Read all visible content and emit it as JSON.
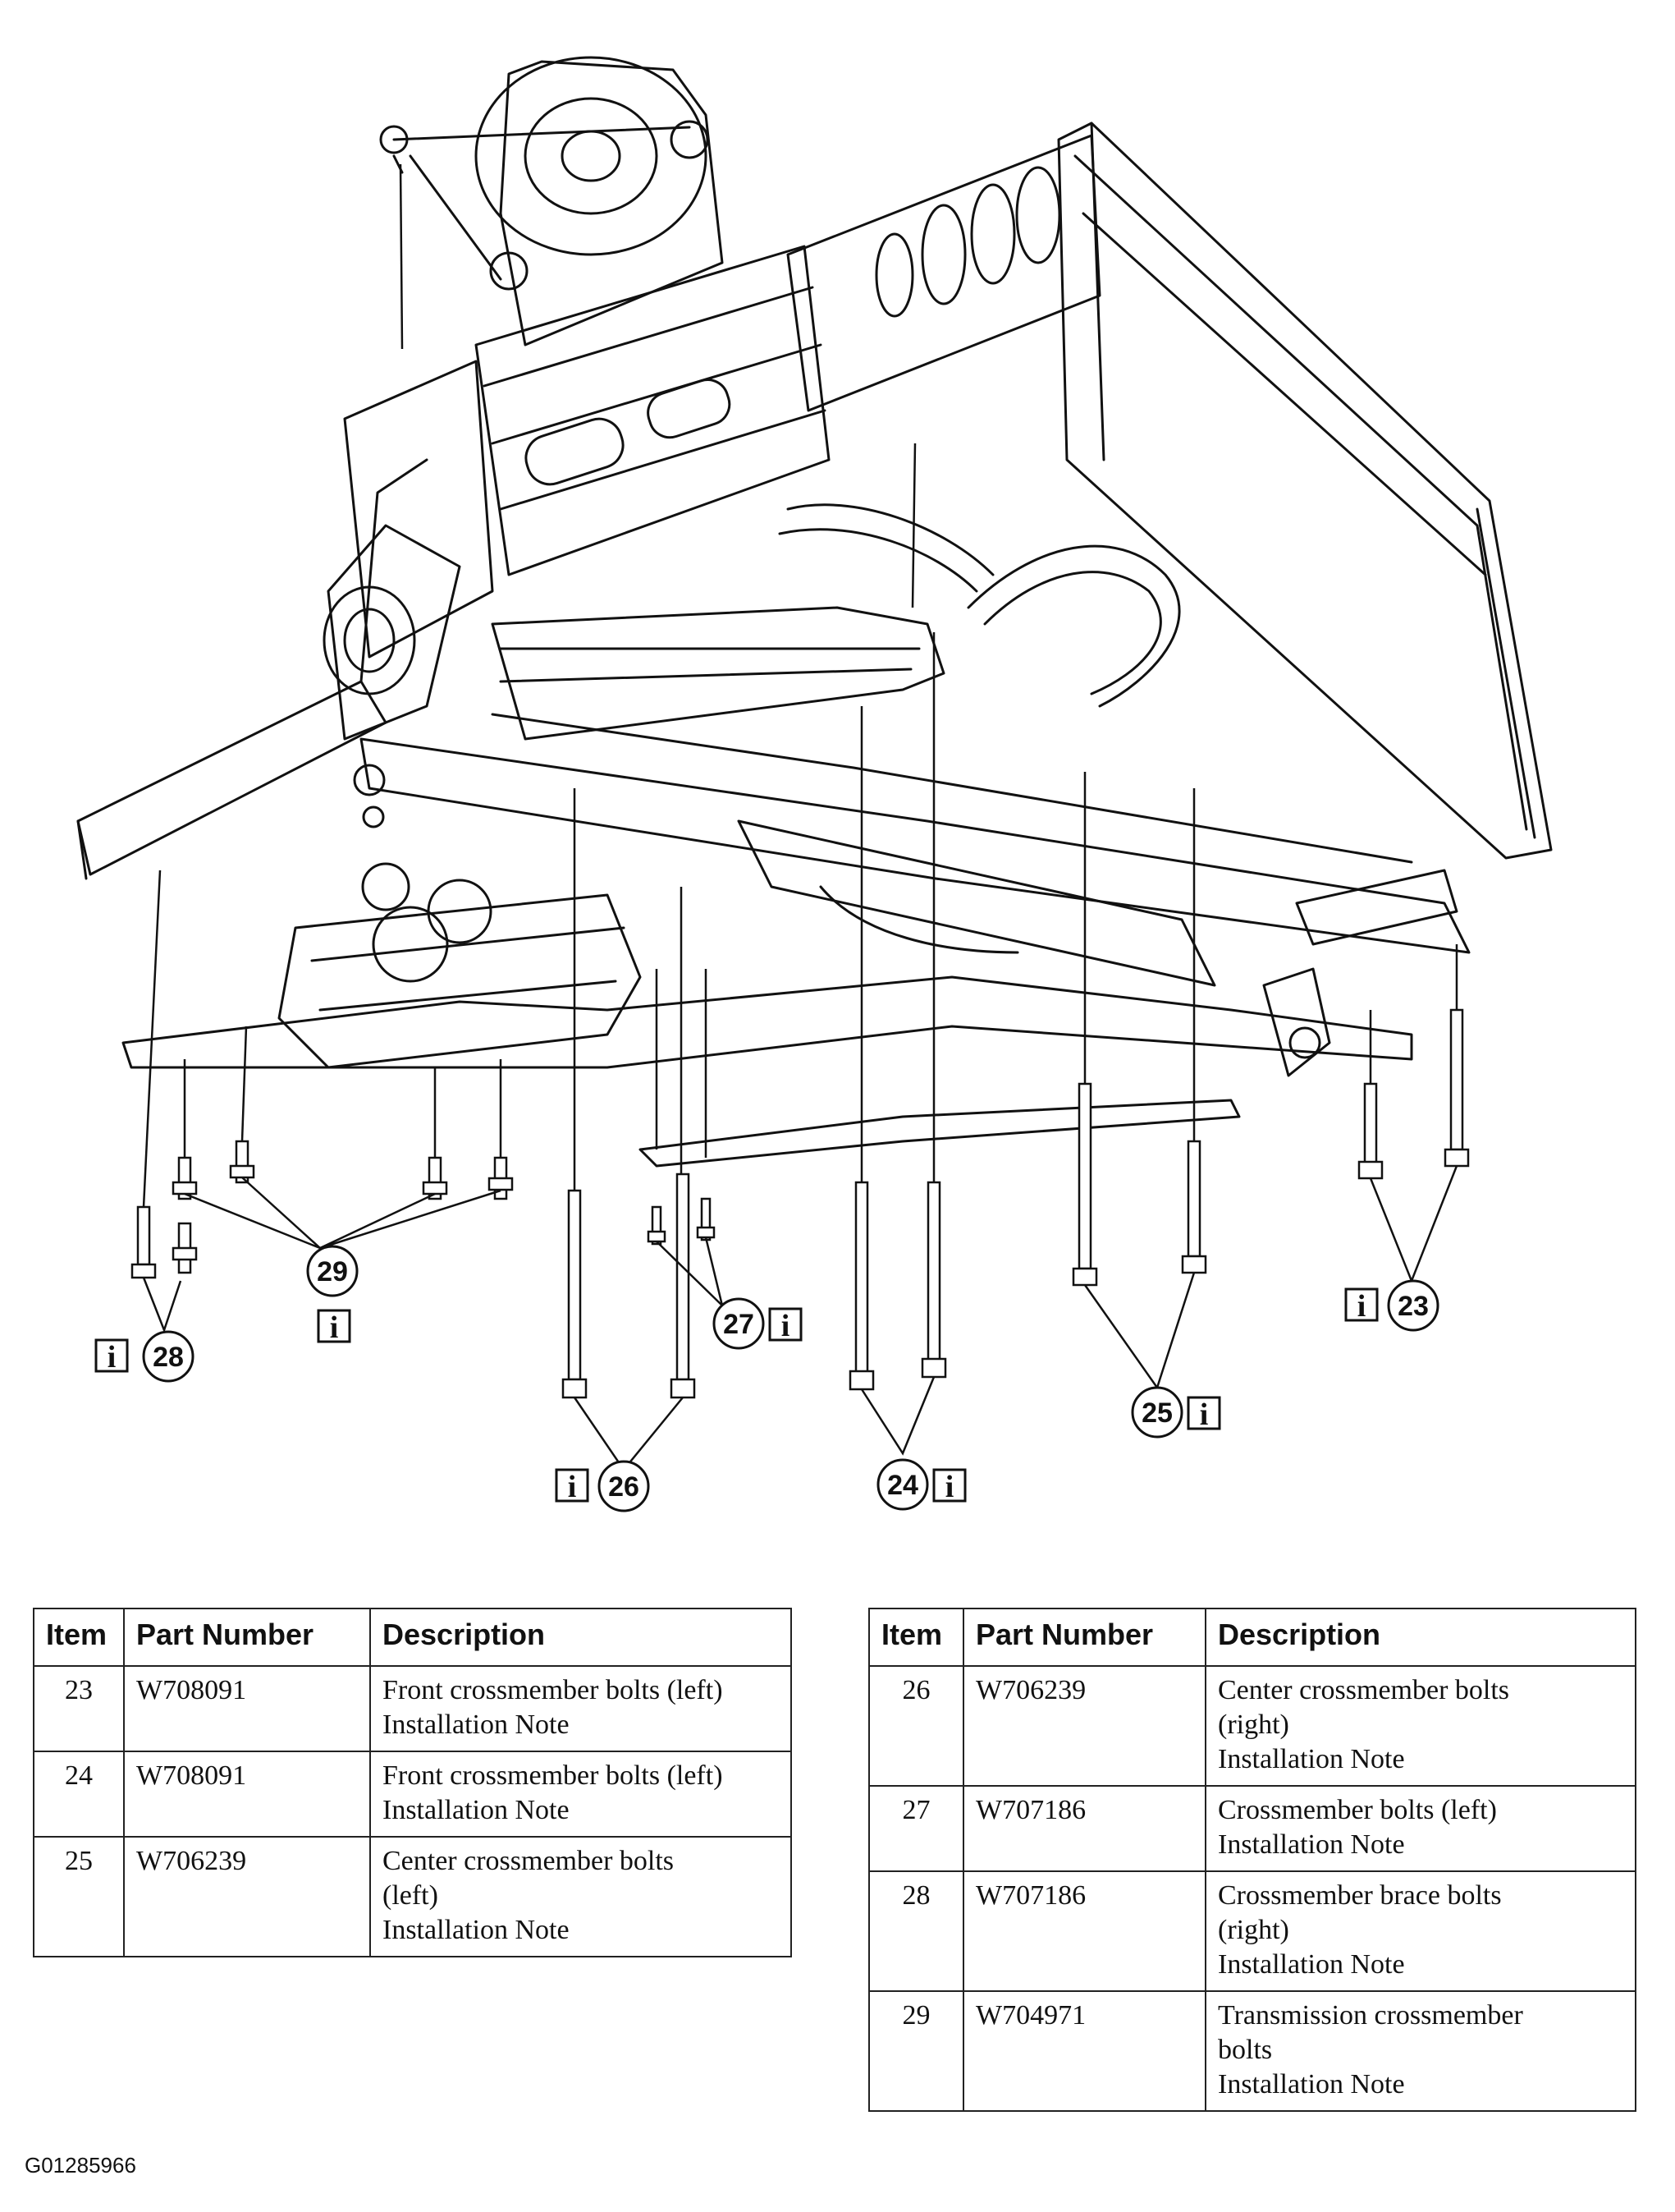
{
  "callouts": {
    "c23": {
      "number": "23",
      "info_icon": "i"
    },
    "c24": {
      "number": "24",
      "info_icon": "i"
    },
    "c25": {
      "number": "25",
      "info_icon": "i"
    },
    "c26": {
      "number": "26",
      "info_icon": "i"
    },
    "c27": {
      "number": "27",
      "info_icon": "i"
    },
    "c28": {
      "number": "28",
      "info_icon": "i"
    },
    "c29": {
      "number": "29",
      "info_icon": "i"
    }
  },
  "tables": {
    "headers": {
      "item": "Item",
      "part_number": "Part Number",
      "description": "Description"
    },
    "left": [
      {
        "item": "23",
        "part_number": "W708091",
        "description": [
          "Front crossmember bolts (left)",
          "Installation Note"
        ]
      },
      {
        "item": "24",
        "part_number": "W708091",
        "description": [
          "Front crossmember bolts (left)",
          "Installation Note"
        ]
      },
      {
        "item": "25",
        "part_number": "W706239",
        "description": [
          "Center crossmember bolts",
          "(left)",
          "Installation Note"
        ]
      }
    ],
    "right": [
      {
        "item": "26",
        "part_number": "W706239",
        "description": [
          "Center crossmember bolts",
          "(right)",
          "Installation Note"
        ]
      },
      {
        "item": "27",
        "part_number": "W707186",
        "description": [
          "Crossmember bolts (left)",
          "Installation Note"
        ]
      },
      {
        "item": "28",
        "part_number": "W707186",
        "description": [
          "Crossmember brace bolts",
          "(right)",
          "Installation Note"
        ]
      },
      {
        "item": "29",
        "part_number": "W704971",
        "description": [
          "Transmission crossmember",
          "bolts",
          "Installation Note"
        ]
      }
    ]
  },
  "figure_code": "G01285966"
}
